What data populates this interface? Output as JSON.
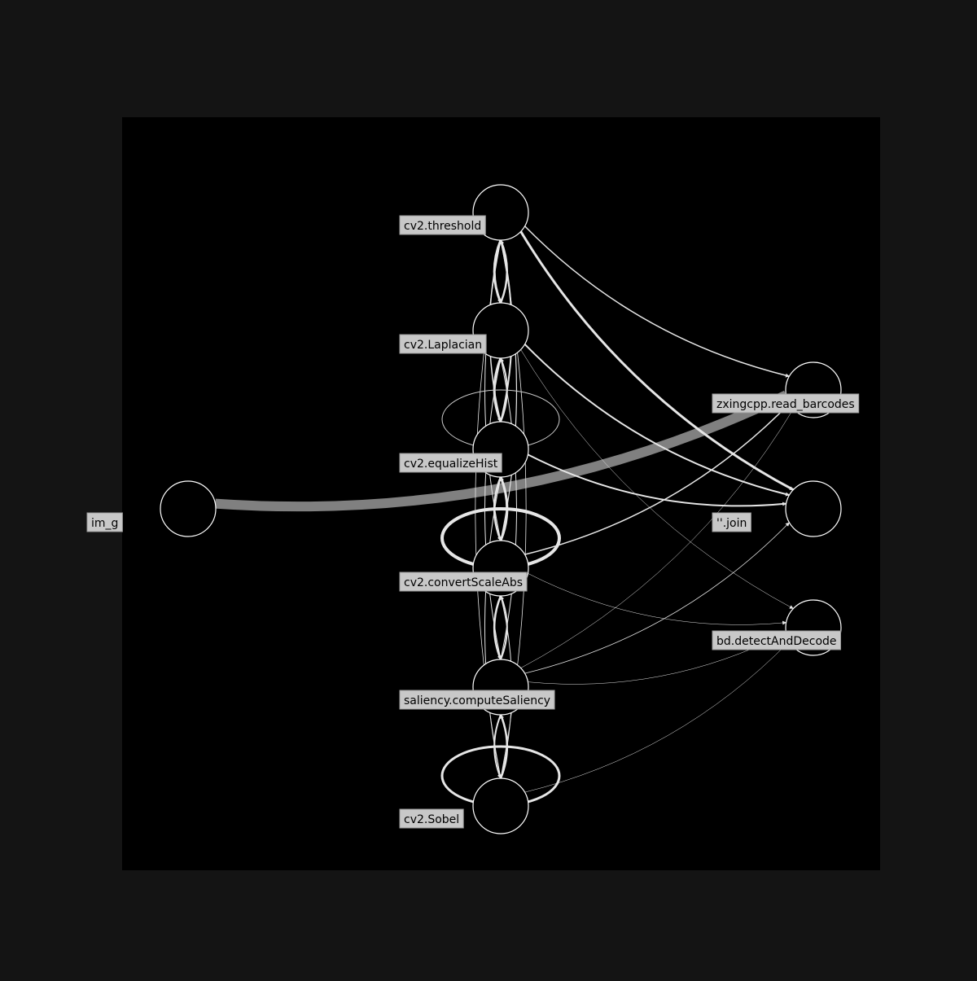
{
  "colors": {
    "page_background": "#141414",
    "panel_background": "#000000",
    "node_stroke": "#ffffff",
    "edge_color": "#e6e6e6",
    "heavy_edge_color": "#808080",
    "label_background": "#c8c8c8",
    "label_border": "#9a9a9a",
    "label_text": "#000000"
  },
  "nodes": [
    {
      "id": "threshold",
      "label": "cv2.threshold"
    },
    {
      "id": "laplacian",
      "label": "cv2.Laplacian"
    },
    {
      "id": "equalize",
      "label": "cv2.equalizeHist"
    },
    {
      "id": "convert",
      "label": "cv2.convertScaleAbs"
    },
    {
      "id": "saliency",
      "label": "saliency.computeSaliency"
    },
    {
      "id": "sobel",
      "label": "cv2.Sobel"
    },
    {
      "id": "img",
      "label": "im_g"
    },
    {
      "id": "zxing",
      "label": "zxingcpp.read_barcodes"
    },
    {
      "id": "join",
      "label": "''.join"
    },
    {
      "id": "detect",
      "label": "bd.detectAndDecode"
    }
  ],
  "edges": [
    {
      "from": "img",
      "to": "zxing",
      "weight": 6
    },
    {
      "from": "threshold",
      "to": "zxing",
      "weight": 1.5
    },
    {
      "from": "threshold",
      "to": "join",
      "weight": 3
    },
    {
      "from": "laplacian",
      "to": "join",
      "weight": 2
    },
    {
      "from": "laplacian",
      "to": "detect",
      "weight": 0.5
    },
    {
      "from": "equalize",
      "to": "join",
      "weight": 2
    },
    {
      "from": "convert",
      "to": "zxing",
      "weight": 1.5
    },
    {
      "from": "convert",
      "to": "detect",
      "weight": 0.5
    },
    {
      "from": "saliency",
      "to": "zxing",
      "weight": 0.5
    },
    {
      "from": "saliency",
      "to": "join",
      "weight": 0.8
    },
    {
      "from": "saliency",
      "to": "detect",
      "weight": 0.5
    },
    {
      "from": "sobel",
      "to": "detect",
      "weight": 0.5
    },
    {
      "from": "threshold",
      "to": "laplacian",
      "weight": 3
    },
    {
      "from": "laplacian",
      "to": "threshold",
      "weight": 2.5
    },
    {
      "from": "laplacian",
      "to": "equalize",
      "weight": 3
    },
    {
      "from": "equalize",
      "to": "laplacian",
      "weight": 2
    },
    {
      "from": "equalize",
      "to": "convert",
      "weight": 2.5
    },
    {
      "from": "convert",
      "to": "equalize",
      "weight": 3
    },
    {
      "from": "convert",
      "to": "saliency",
      "weight": 2.5
    },
    {
      "from": "saliency",
      "to": "convert",
      "weight": 2
    },
    {
      "from": "saliency",
      "to": "sobel",
      "weight": 2
    },
    {
      "from": "sobel",
      "to": "saliency",
      "weight": 2.5
    },
    {
      "from": "threshold",
      "to": "equalize",
      "weight": 1.5
    },
    {
      "from": "equalize",
      "to": "threshold",
      "weight": 2
    },
    {
      "from": "threshold",
      "to": "convert",
      "weight": 1
    },
    {
      "from": "convert",
      "to": "threshold",
      "weight": 1.2
    },
    {
      "from": "laplacian",
      "to": "saliency",
      "weight": 1
    },
    {
      "from": "saliency",
      "to": "laplacian",
      "weight": 1
    },
    {
      "from": "threshold",
      "to": "sobel",
      "weight": 0.8
    },
    {
      "from": "sobel",
      "to": "threshold",
      "weight": 0.8
    },
    {
      "from": "equalize",
      "to": "sobel",
      "weight": 1
    },
    {
      "from": "sobel",
      "to": "convert",
      "weight": 1
    }
  ],
  "self_loops": [
    {
      "node": "equalize",
      "weight": 1
    },
    {
      "node": "convert",
      "weight": 4
    },
    {
      "node": "sobel",
      "weight": 3
    }
  ]
}
